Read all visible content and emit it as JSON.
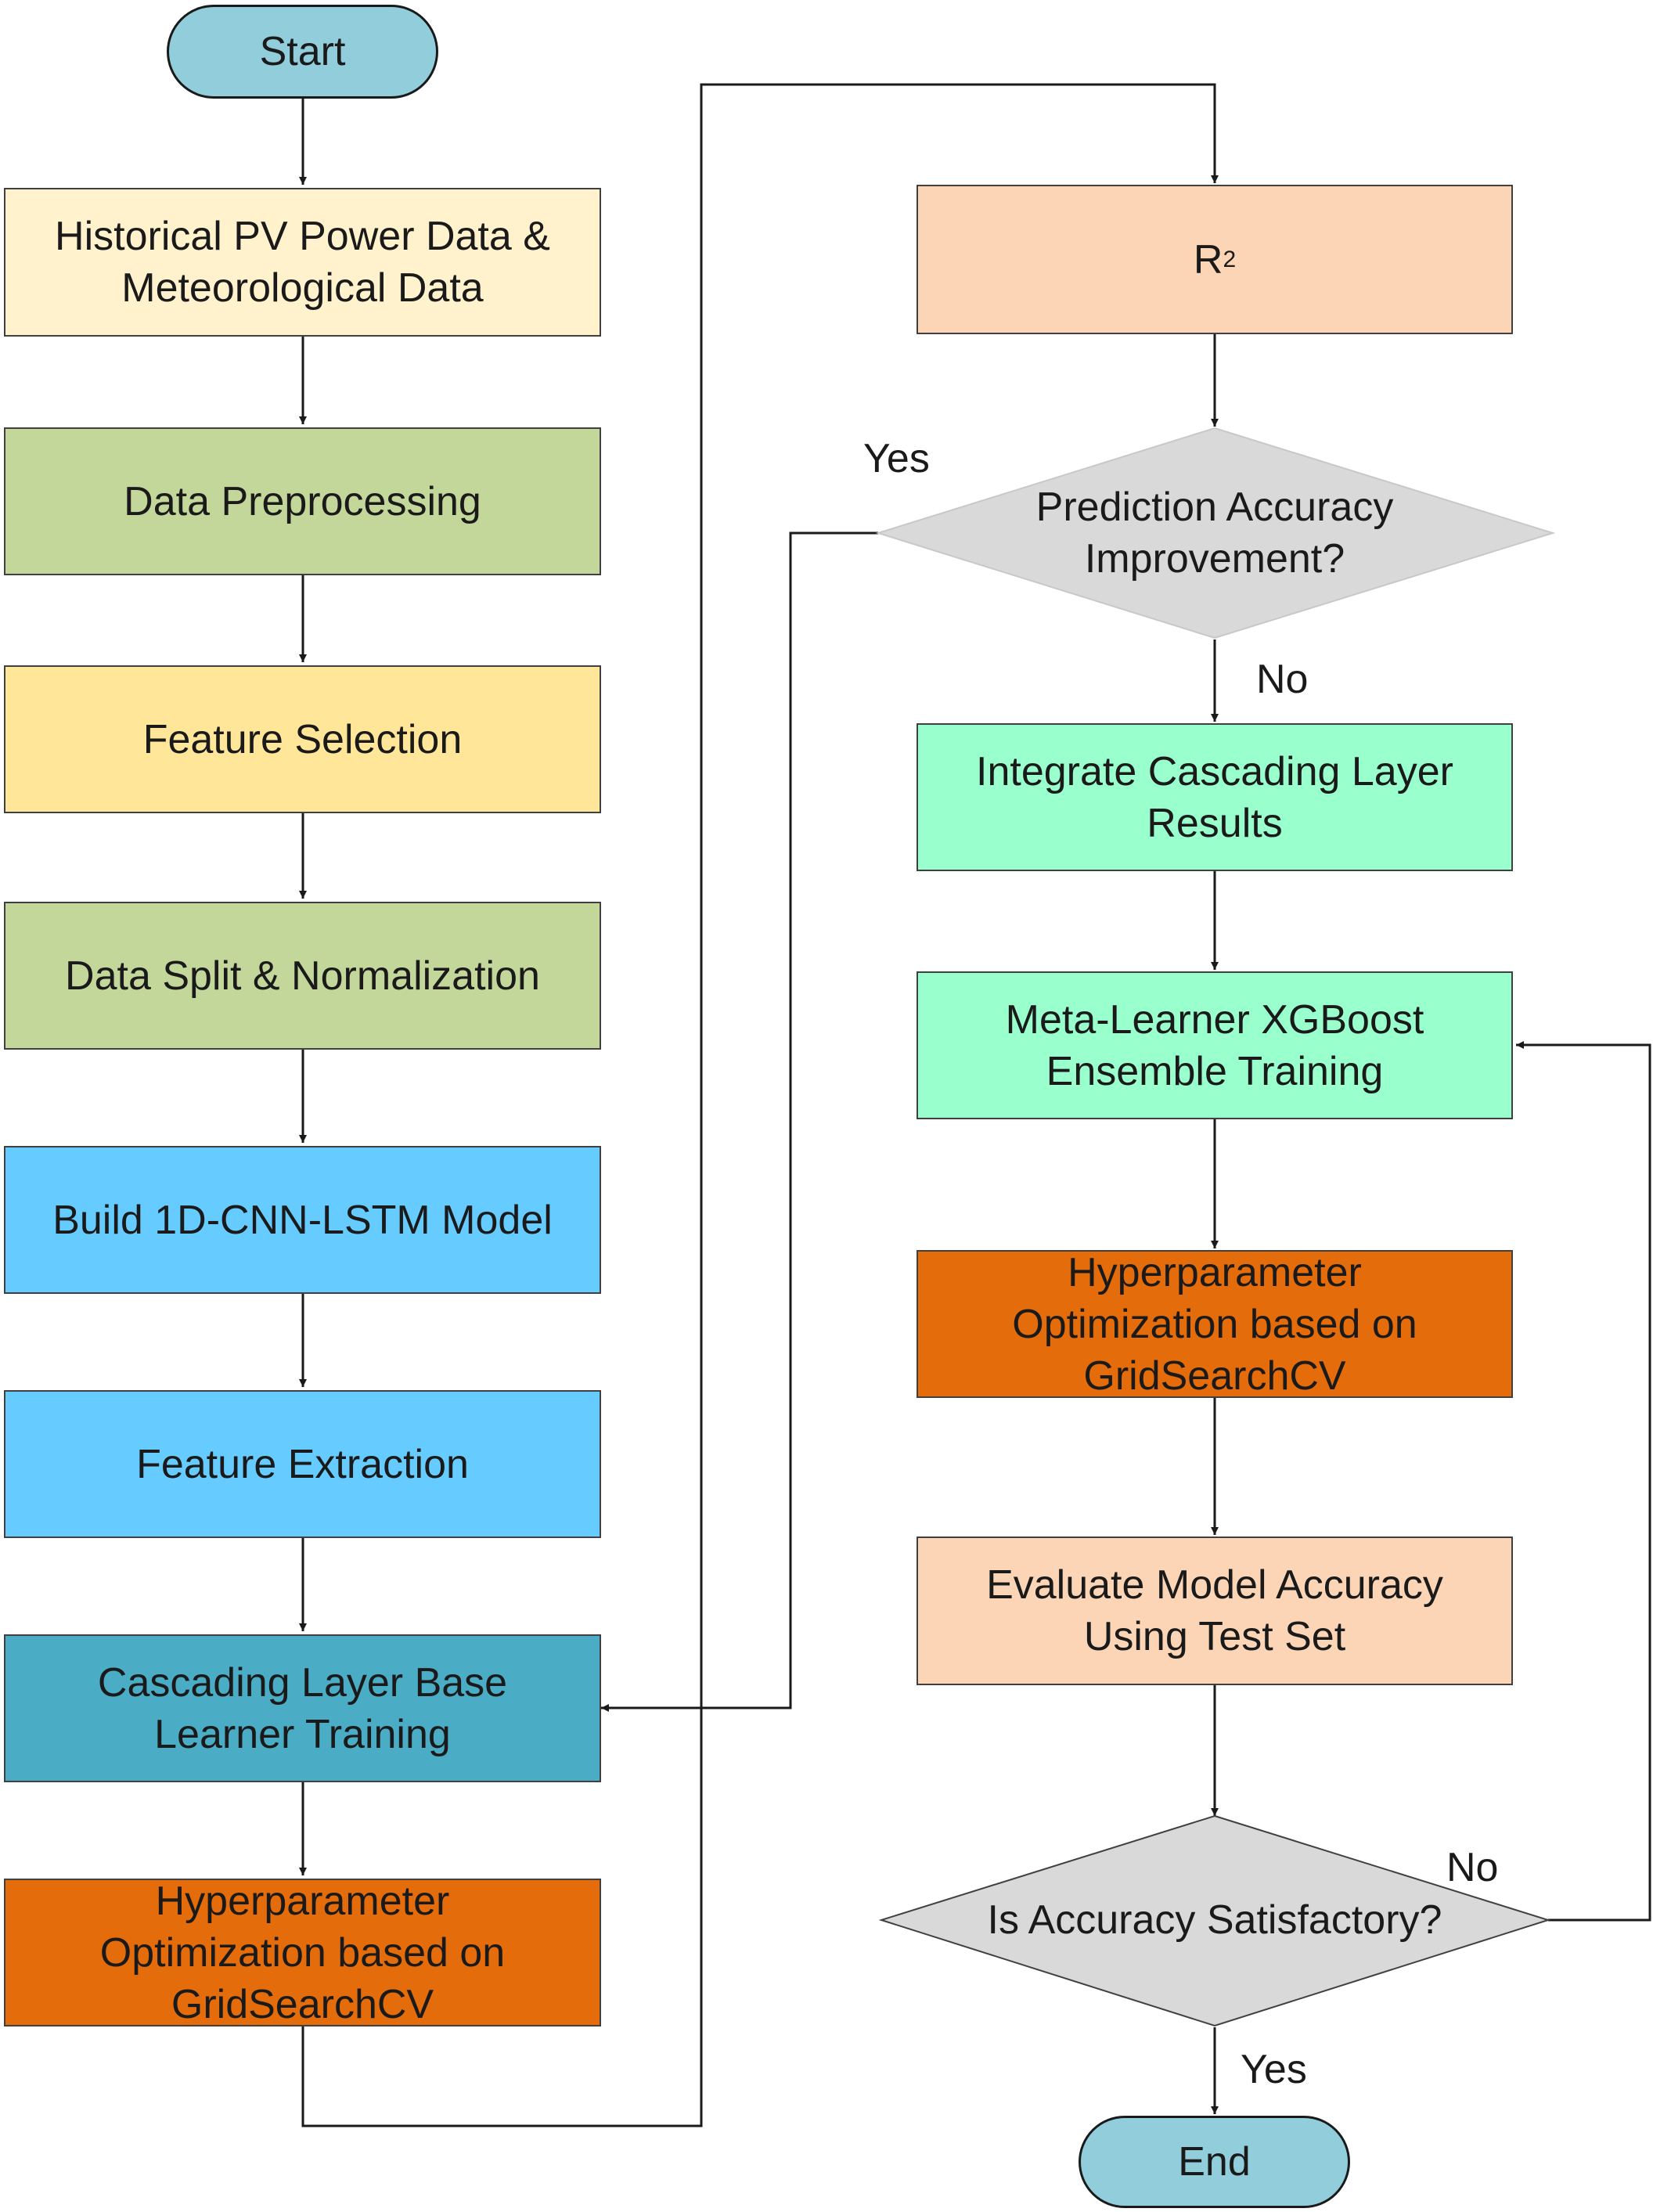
{
  "nodes": {
    "start": "Start",
    "historical": "Historical PV Power Data &\nMeteorological Data",
    "preprocessing": "Data Preprocessing",
    "feature_selection": "Feature Selection",
    "data_split": "Data Split & Normalization",
    "build_model": "Build 1D-CNN-LSTM Model",
    "feature_extraction": "Feature Extraction",
    "cascading_training": "Cascading Layer Base\nLearner Training",
    "hyper_left": "Hyperparameter\nOptimization based on\nGridSearchCV",
    "r2_base": "R",
    "r2_sup": "2",
    "accuracy_improvement": "Prediction Accuracy\nImprovement?",
    "integrate": "Integrate Cascading Layer\nResults",
    "meta_learner": "Meta-Learner XGBoost\nEnsemble Training",
    "hyper_right": "Hyperparameter\nOptimization based on\nGridSearchCV",
    "evaluate": "Evaluate Model Accuracy\nUsing Test Set",
    "satisfactory": "Is Accuracy Satisfactory?",
    "end": "End"
  },
  "edge_labels": {
    "yes_improvement": "Yes",
    "no_improvement": "No",
    "no_satisfactory": "No",
    "yes_satisfactory": "Yes"
  },
  "colors": {
    "light_yellow": "#fff2cc",
    "green": "#c4d79b",
    "yellow": "#ffe699",
    "sky_blue": "#66ccff",
    "teal": "#4bacc6",
    "orange": "#e46c0a",
    "peach": "#fbd5b5",
    "mint": "#99ffcc",
    "gray": "#d9d9d9",
    "terminal": "#92cddc"
  }
}
